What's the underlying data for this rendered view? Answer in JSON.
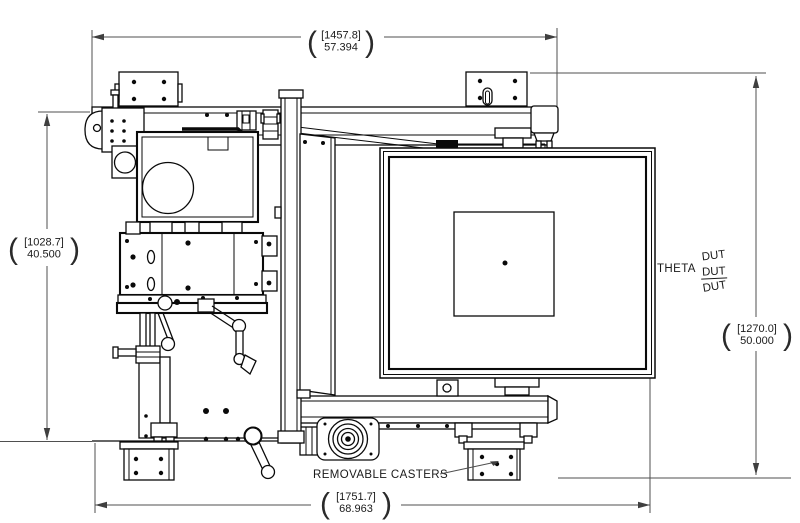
{
  "dimensions": {
    "top": {
      "metric": "[1457.8]",
      "imperial": "57.394"
    },
    "left": {
      "metric": "[1028.7]",
      "imperial": "40.500"
    },
    "right": {
      "metric": "[1270.0]",
      "imperial": "50.000"
    },
    "bottom": {
      "metric": "[1751.7]",
      "imperial": "68.963"
    }
  },
  "symbols": {
    "open": "(",
    "close": ")"
  },
  "annotations": {
    "theta": "THETA",
    "dut_top": "DUT",
    "dut_middle": "DUT",
    "dut_bottom": "DUT",
    "removable_casters": "REMOVABLE CASTERS"
  },
  "colors": {
    "line": "#0a0a0a",
    "dimension_line": "#4f4f4f",
    "background": "#ffffff"
  }
}
